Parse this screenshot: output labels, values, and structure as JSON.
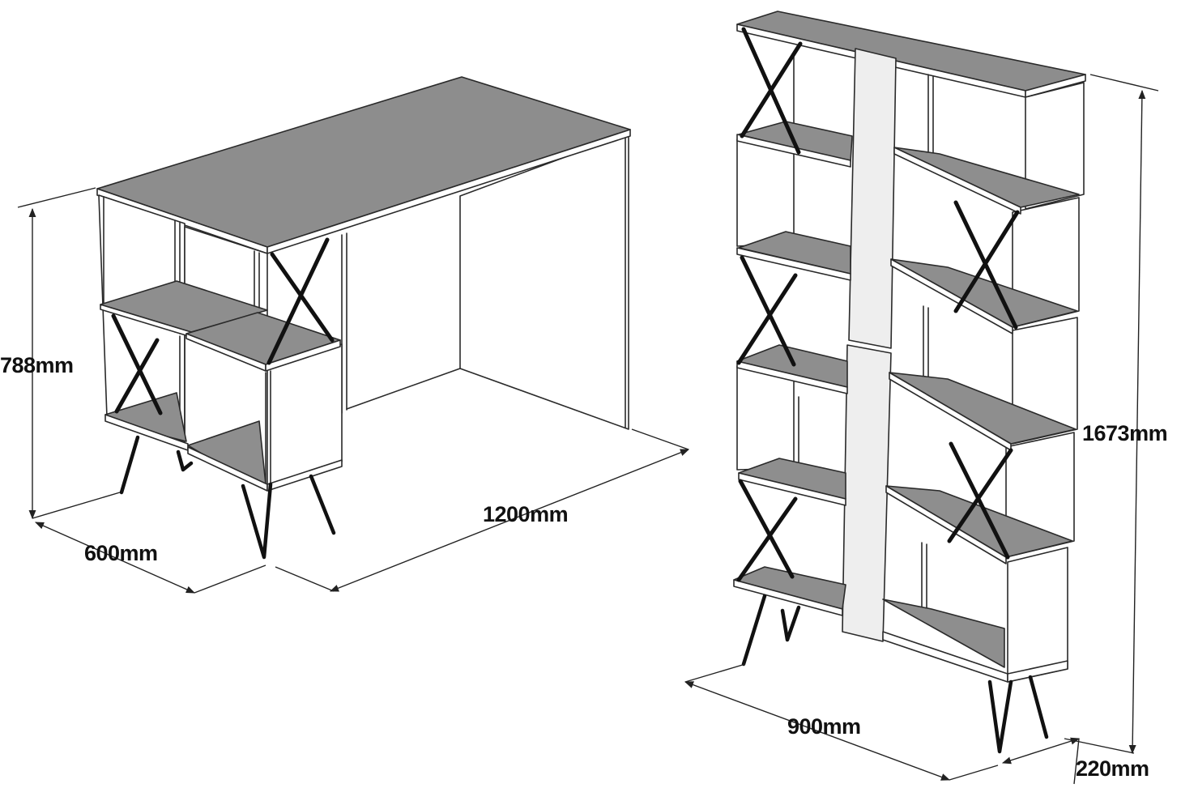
{
  "dimensions": {
    "desk_height": "788mm",
    "desk_width": "1200mm",
    "desk_depth": "600mm",
    "shelf_height": "1673mm",
    "shelf_width": "900mm",
    "shelf_depth": "220mm"
  }
}
